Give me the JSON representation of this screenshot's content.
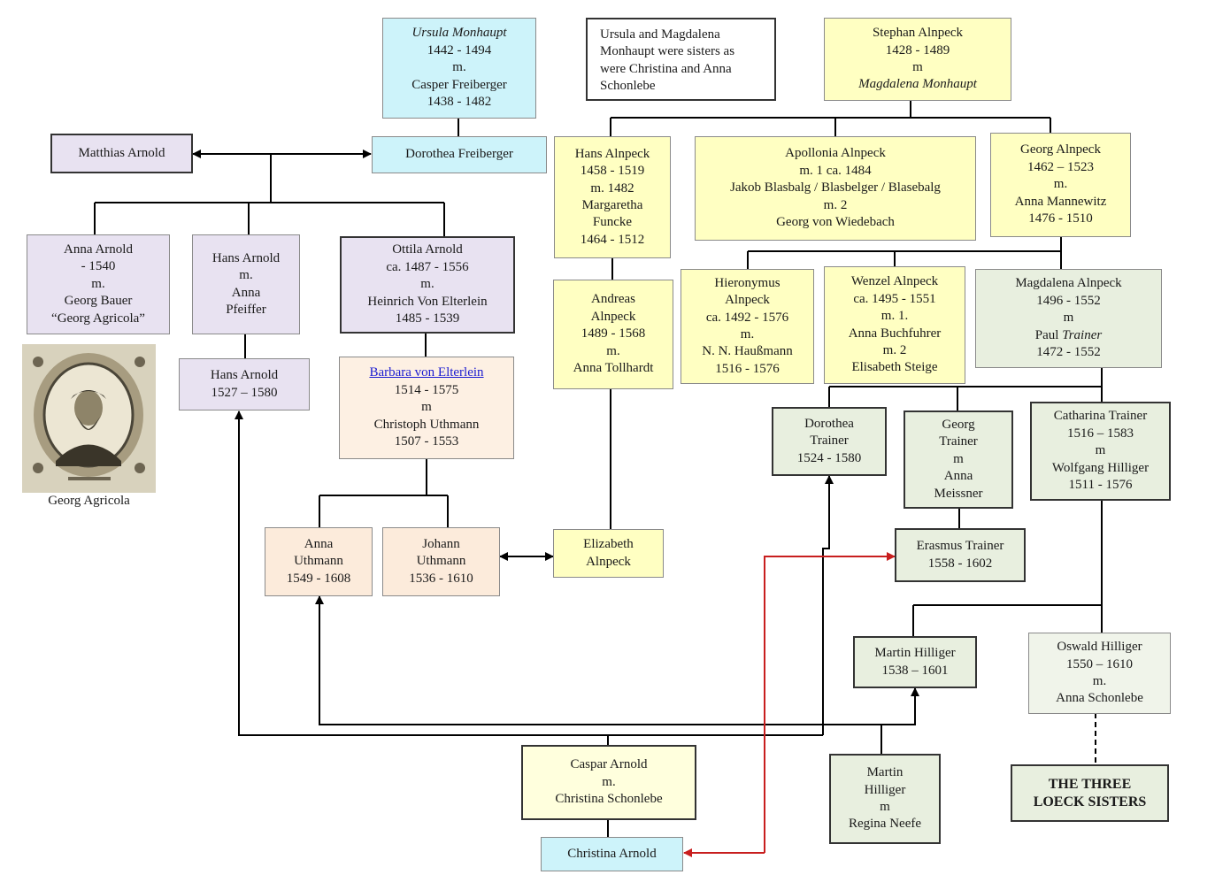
{
  "people": {
    "ursula": {
      "name": "Ursula Monhaupt",
      "dates": "1442 - 1494",
      "m": "m.",
      "spouse": "Casper Freiberger",
      "spouse_dates": "1438 - 1482"
    },
    "note": {
      "text": "Ursula and Magdalena Monhaupt were sisters as were Christina and Anna Schonlebe"
    },
    "stephan": {
      "name": "Stephan Alnpeck",
      "dates": "1428 - 1489",
      "m": "m",
      "spouse": "Magdalena Monhaupt"
    },
    "matthias": {
      "name": "Matthias Arnold"
    },
    "dorothea_f": {
      "name": "Dorothea Freiberger"
    },
    "hans_alnpeck": {
      "name": "Hans Alnpeck",
      "dates": "1458 - 1519",
      "m": "m. 1482",
      "spouse_first": "Margaretha",
      "spouse_last": "Funcke",
      "spouse_dates": "1464 - 1512"
    },
    "apollonia": {
      "name": "Apollonia Alnpeck",
      "m1": "m. 1 ca. 1484",
      "spouse1": "Jakob Blasbalg / Blasbelger / Blasebalg",
      "m2": "m. 2",
      "spouse2": "Georg von Wiedebach"
    },
    "georg_alnpeck": {
      "name": "Georg Alnpeck",
      "dates": "1462 – 1523",
      "m": "m.",
      "spouse": "Anna Mannewitz",
      "spouse_dates": "1476 - 1510"
    },
    "anna_arnold": {
      "name": "Anna Arnold",
      "dates": "- 1540",
      "m": "m.",
      "spouse": "Georg Bauer",
      "alias": "“Georg Agricola”"
    },
    "hans_arnold_m": {
      "name": "Hans Arnold",
      "m": "m.",
      "spouse_first": "Anna",
      "spouse_last": "Pfeiffer"
    },
    "ottila": {
      "name": "Ottila Arnold",
      "dates": "ca. 1487 - 1556",
      "m": "m.",
      "spouse": "Heinrich Von Elterlein",
      "spouse_dates": "1485 - 1539"
    },
    "andreas": {
      "name_first": "Andreas",
      "name_last": "Alnpeck",
      "dates": "1489 - 1568",
      "m": "m.",
      "spouse": "Anna Tollhardt"
    },
    "hieronymus": {
      "name_first": "Hieronymus",
      "name_last": "Alnpeck",
      "dates": "ca. 1492 - 1576",
      "m": "m.",
      "spouse": "N. N. Haußmann",
      "spouse_dates": "1516 - 1576"
    },
    "wenzel": {
      "name": "Wenzel Alnpeck",
      "dates": "ca. 1495 - 1551",
      "m1": "m. 1.",
      "spouse1": "Anna Buchfuhrer",
      "m2": "m. 2",
      "spouse2": "Elisabeth Steige"
    },
    "magdalena_a": {
      "name": "Magdalena Alnpeck",
      "dates": "1496 - 1552",
      "m": "m",
      "spouse_first": "Paul",
      "spouse_last": "Trainer",
      "spouse_dates": "1472 - 1552"
    },
    "hans_arnold": {
      "name": "Hans Arnold",
      "dates": "1527 – 1580"
    },
    "barbara": {
      "name": "Barbara von Elterlein",
      "dates": "1514 - 1575",
      "m": "m",
      "spouse": "Christoph Uthmann",
      "spouse_dates": "1507 - 1553"
    },
    "portrait": {
      "caption": "Georg Agricola"
    },
    "dorothea_t": {
      "name_first": "Dorothea",
      "name_last": "Trainer",
      "dates": "1524 - 1580"
    },
    "georg_trainer": {
      "name_first": "Georg",
      "name_last": "Trainer",
      "m": "m",
      "spouse_first": "Anna",
      "spouse_last": "Meissner"
    },
    "catharina": {
      "name": "Catharina Trainer",
      "dates": "1516 – 1583",
      "m": "m",
      "spouse": "Wolfgang Hilliger",
      "spouse_dates": "1511 - 1576"
    },
    "anna_u": {
      "name_first": "Anna",
      "name_last": "Uthmann",
      "dates": "1549 - 1608"
    },
    "johann_u": {
      "name_first": "Johann",
      "name_last": "Uthmann",
      "dates": "1536 - 1610"
    },
    "elizabeth": {
      "name_first": "Elizabeth",
      "name_last": "Alnpeck"
    },
    "erasmus": {
      "name": "Erasmus Trainer",
      "dates": "1558 - 1602"
    },
    "martin_h": {
      "name": "Martin Hilliger",
      "dates": "1538 – 1601"
    },
    "oswald": {
      "name": "Oswald Hilliger",
      "dates": "1550 – 1610",
      "m": "m.",
      "spouse": "Anna Schonlebe"
    },
    "caspar": {
      "name": "Caspar Arnold",
      "m": "m.",
      "spouse": "Christina Schonlebe"
    },
    "martin_h2": {
      "name_first": "Martin",
      "name_last": "Hilliger",
      "m": "m",
      "spouse": "Regina Neefe"
    },
    "loeck": {
      "line1": "THE THREE",
      "line2": "LOECK SISTERS"
    },
    "christina": {
      "name": "Christina Arnold"
    }
  },
  "colors": {
    "cyan": "#cdf3fa",
    "yellow": "#ffffc2",
    "lavender": "#e8e2f1",
    "peach": "#fcebdb",
    "green": "#e8efdf",
    "red_arrow": "#c81e1e"
  }
}
